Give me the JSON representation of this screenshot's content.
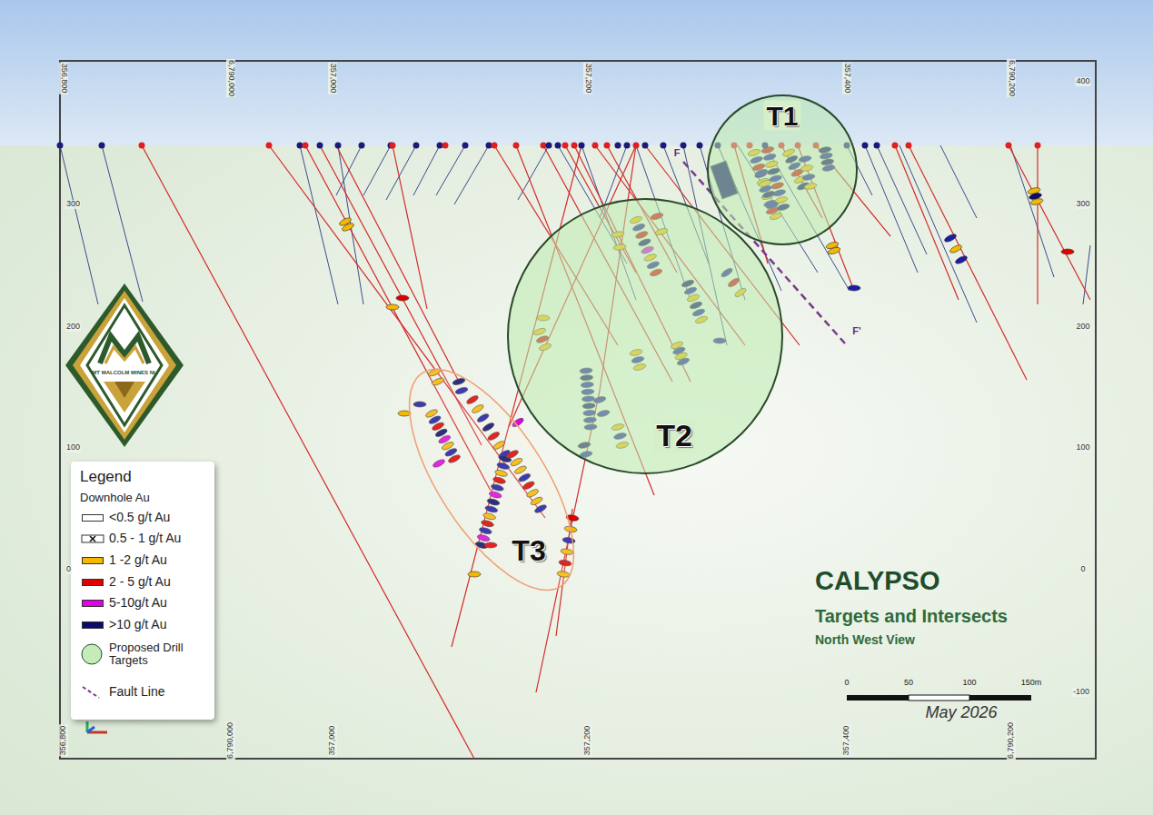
{
  "diagram": {
    "title": "CALYPSO",
    "nodes": [
      {
        "text": [
          "T1"
        ]
      },
      {
        "text": [
          "T2"
        ]
      },
      {
        "text": [
          "T3"
        ]
      },
      {
        "text": [
          "MT MALCOLM MINES NL"
        ]
      }
    ],
    "labels": [
      "356,800",
      "6,790,000",
      "357,000",
      "357,200",
      "357,400",
      "6,790,200",
      "356,800",
      "6,790,000",
      "357,000",
      "357,200",
      "357,400",
      "6,790,200",
      "400",
      "300",
      "200",
      "100",
      "0",
      "-100",
      "300",
      "200",
      "100",
      "0",
      "F",
      "F'",
      "Targets and Intersects",
      "North West View",
      "0",
      "50",
      "100",
      "150m",
      "May 2026",
      "Legend",
      "Downhole Au"
    ],
    "legend": [
      {
        "text": "<0.5 g/t Au",
        "color": "#ffffff"
      },
      {
        "text": "0.5 - 1 g/t Au"
      },
      {
        "text": "1 -2 g/t Au",
        "color": "#f5b800"
      },
      {
        "text": "2 - 5 g/t Au",
        "color": "#e00000"
      },
      {
        "text": "5-10g/t Au",
        "color": "#e600e6"
      },
      {
        "text": ">10 g/t Au",
        "color": "#0b0b6b"
      },
      {
        "text": "Proposed Drill Targets"
      },
      {
        "text": "Fault Line"
      }
    ]
  }
}
